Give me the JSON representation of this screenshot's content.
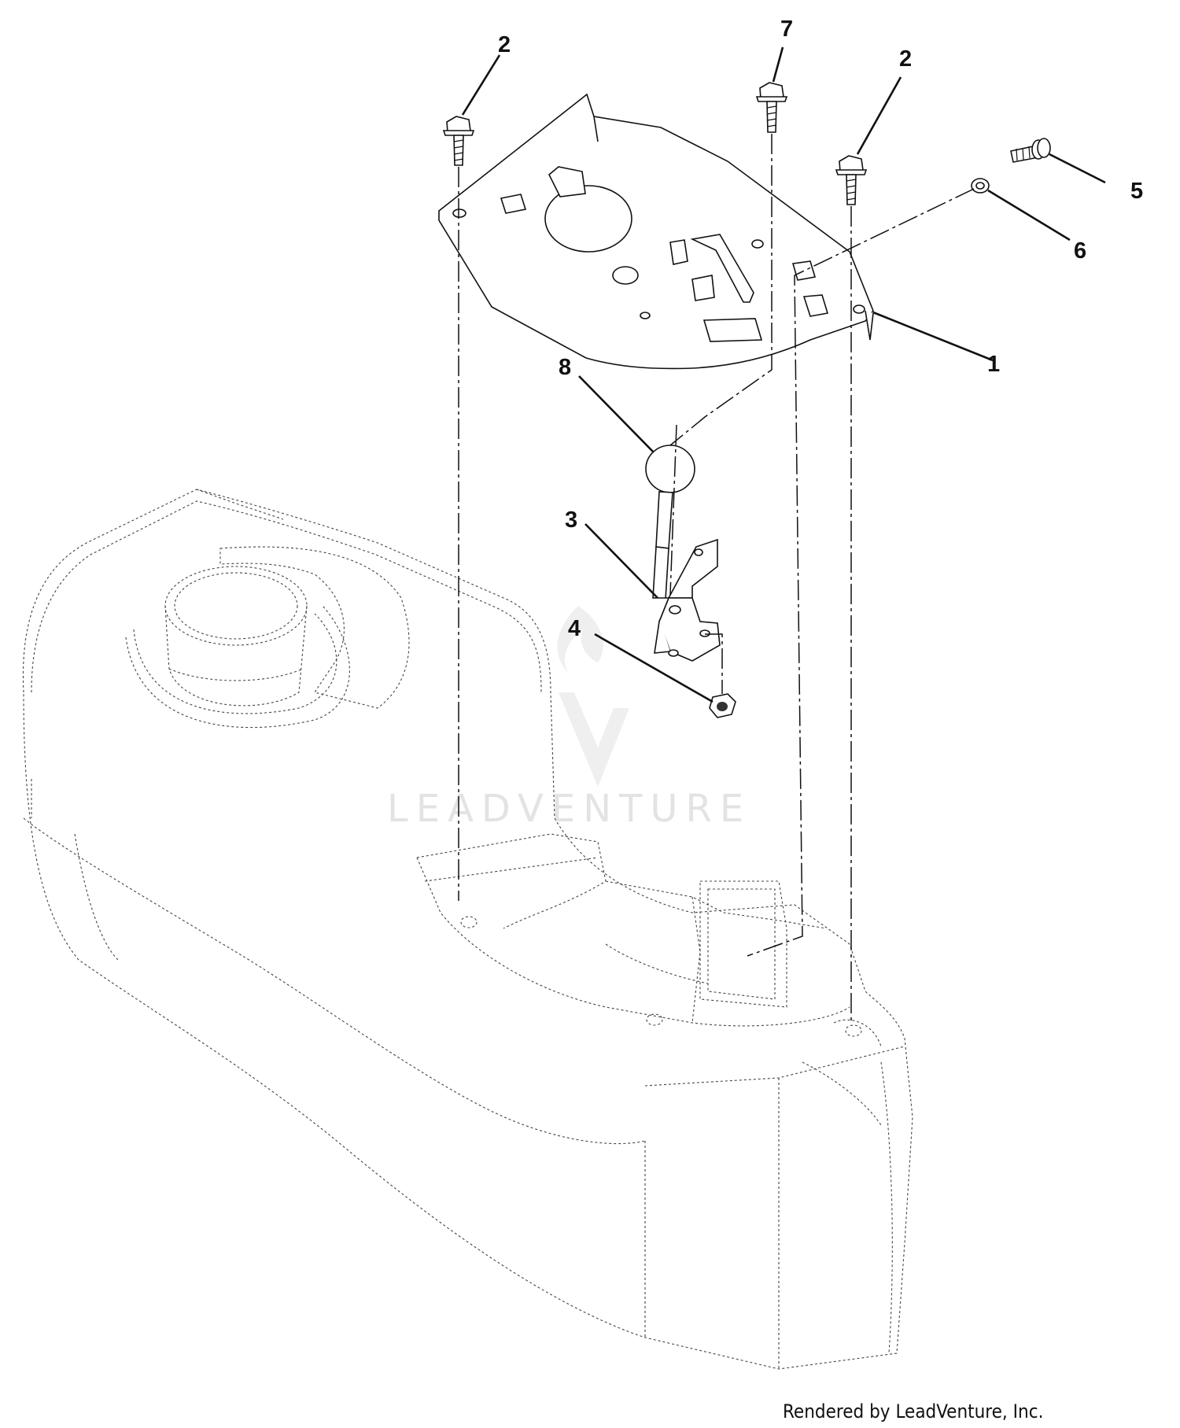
{
  "diagram": {
    "callouts": [
      {
        "id": "callout-1",
        "label": "1"
      },
      {
        "id": "callout-2-left",
        "label": "2"
      },
      {
        "id": "callout-2-right",
        "label": "2"
      },
      {
        "id": "callout-3",
        "label": "3"
      },
      {
        "id": "callout-4",
        "label": "4"
      },
      {
        "id": "callout-5",
        "label": "5"
      },
      {
        "id": "callout-6",
        "label": "6"
      },
      {
        "id": "callout-7",
        "label": "7"
      },
      {
        "id": "callout-8",
        "label": "8"
      }
    ],
    "watermark": "LEADVENTURE",
    "footer": "Rendered by LeadVenture, Inc."
  }
}
